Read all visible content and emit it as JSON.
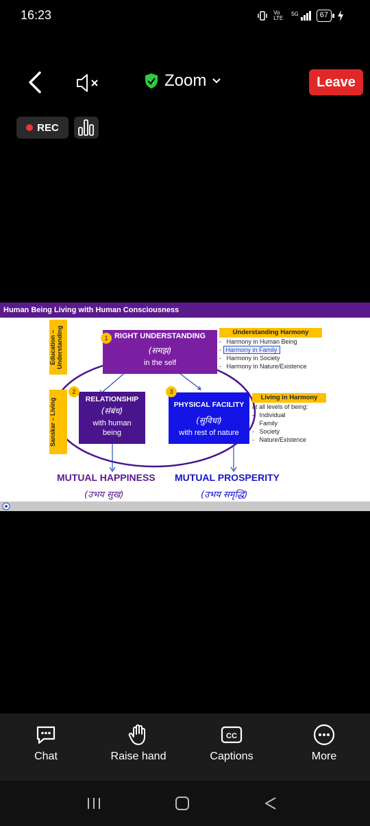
{
  "status_bar": {
    "time": "16:23",
    "network": "Vo LTE",
    "signal": "5G",
    "battery": "67"
  },
  "meeting": {
    "title": "Zoom",
    "leave_label": "Leave",
    "rec_label": "REC"
  },
  "slide": {
    "header": "Human Being Living with Human Consciousness",
    "left_labels": [
      "Education – Understanding",
      "Sanskar – Living"
    ],
    "right_understanding": {
      "num": "1",
      "title": "RIGHT UNDERSTANDING",
      "hindi": "(समझ)",
      "sub": "in the self"
    },
    "relationship": {
      "num": "2",
      "title": "RELATIONSHIP",
      "hindi": "(संबंध)",
      "sub": "with human being"
    },
    "physical": {
      "num": "3",
      "title": "PHYSICAL FACILITY",
      "hindi": "(सुविधा)",
      "sub": "with rest of nature"
    },
    "understanding_harmony": {
      "heading": "Understanding Harmony",
      "items": [
        "Harmony in Human Being",
        "Harmony in  Family",
        "Harmony in  Society",
        "Harmony in Nature/Existence"
      ]
    },
    "living_harmony": {
      "heading": "Living in Harmony",
      "intro": "at all levels of being:",
      "items": [
        "Individual",
        "Family",
        "Society",
        "Nature/Existence"
      ]
    },
    "mutual_happiness": "MUTUAL HAPPINESS",
    "mutual_happiness_hindi": "(उभय सुख)",
    "mutual_prosperity": "MUTUAL PROSPERITY",
    "mutual_prosperity_hindi": "(उभय समृद्धि)"
  },
  "toolbar": {
    "chat": "Chat",
    "raise_hand": "Raise hand",
    "captions": "Captions",
    "more": "More"
  },
  "colors": {
    "leave": "#e02828",
    "purple": "#7b1fa2",
    "dark_purple": "#4a148c",
    "blue": "#1414e6",
    "gold": "#ffc000",
    "shield": "#2ecc40"
  }
}
